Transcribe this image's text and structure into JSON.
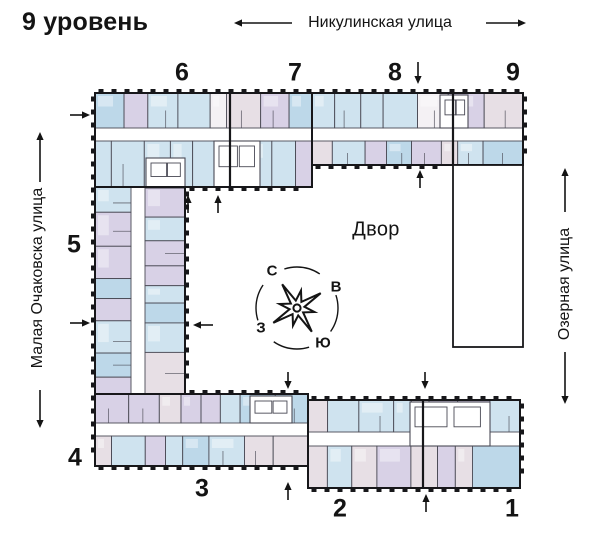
{
  "title": "9 уровень",
  "streets": {
    "top": "Никулинская улица",
    "left": "Малая Очаковска улица",
    "right": "Озерная улица"
  },
  "courtyard": {
    "label": "Двор"
  },
  "compass": {
    "north": "С",
    "east": "В",
    "south": "Ю",
    "west": "З"
  },
  "sections": {
    "s1": "1",
    "s2": "2",
    "s3": "3",
    "s4": "4",
    "s5": "5",
    "s6": "6",
    "s7": "7",
    "s8": "8",
    "s9": "9"
  },
  "colors": {
    "room_blue": "#cfe3ef",
    "room_blue2": "#bdd8e9",
    "room_lavender": "#d8d1e6",
    "room_pink": "#e7dfe5",
    "room_white": "#f4f1f4",
    "wall": "#4a4a55",
    "outline": "#17171a",
    "ink": "#141414"
  }
}
